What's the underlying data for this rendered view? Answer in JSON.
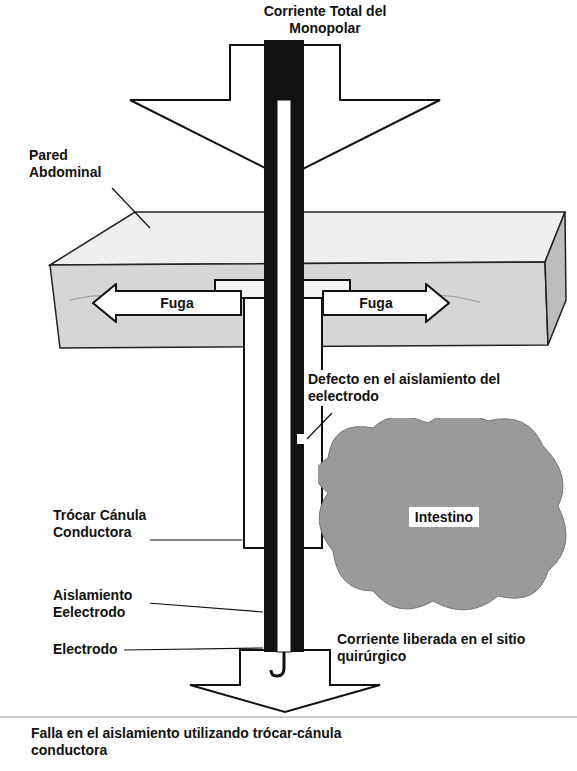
{
  "diagram": {
    "caption": "Falla en el aislamiento utilizando trócar-cánula conductora",
    "nodes": [
      {
        "text": [
          "Fuga"
        ]
      },
      {
        "text": [
          "Fuga"
        ]
      },
      {
        "text": [
          "Intestino"
        ]
      }
    ],
    "labels": [
      "Corriente Total del Monopolar",
      "Pared Abdominal",
      "Defecto en el aislamiento del eelectrodo",
      "Trócar Cánula Conductora",
      "Aislamiento Eelectrodo",
      "Electrodo",
      "Corriente liberada en el sitio quirúrgico"
    ]
  }
}
